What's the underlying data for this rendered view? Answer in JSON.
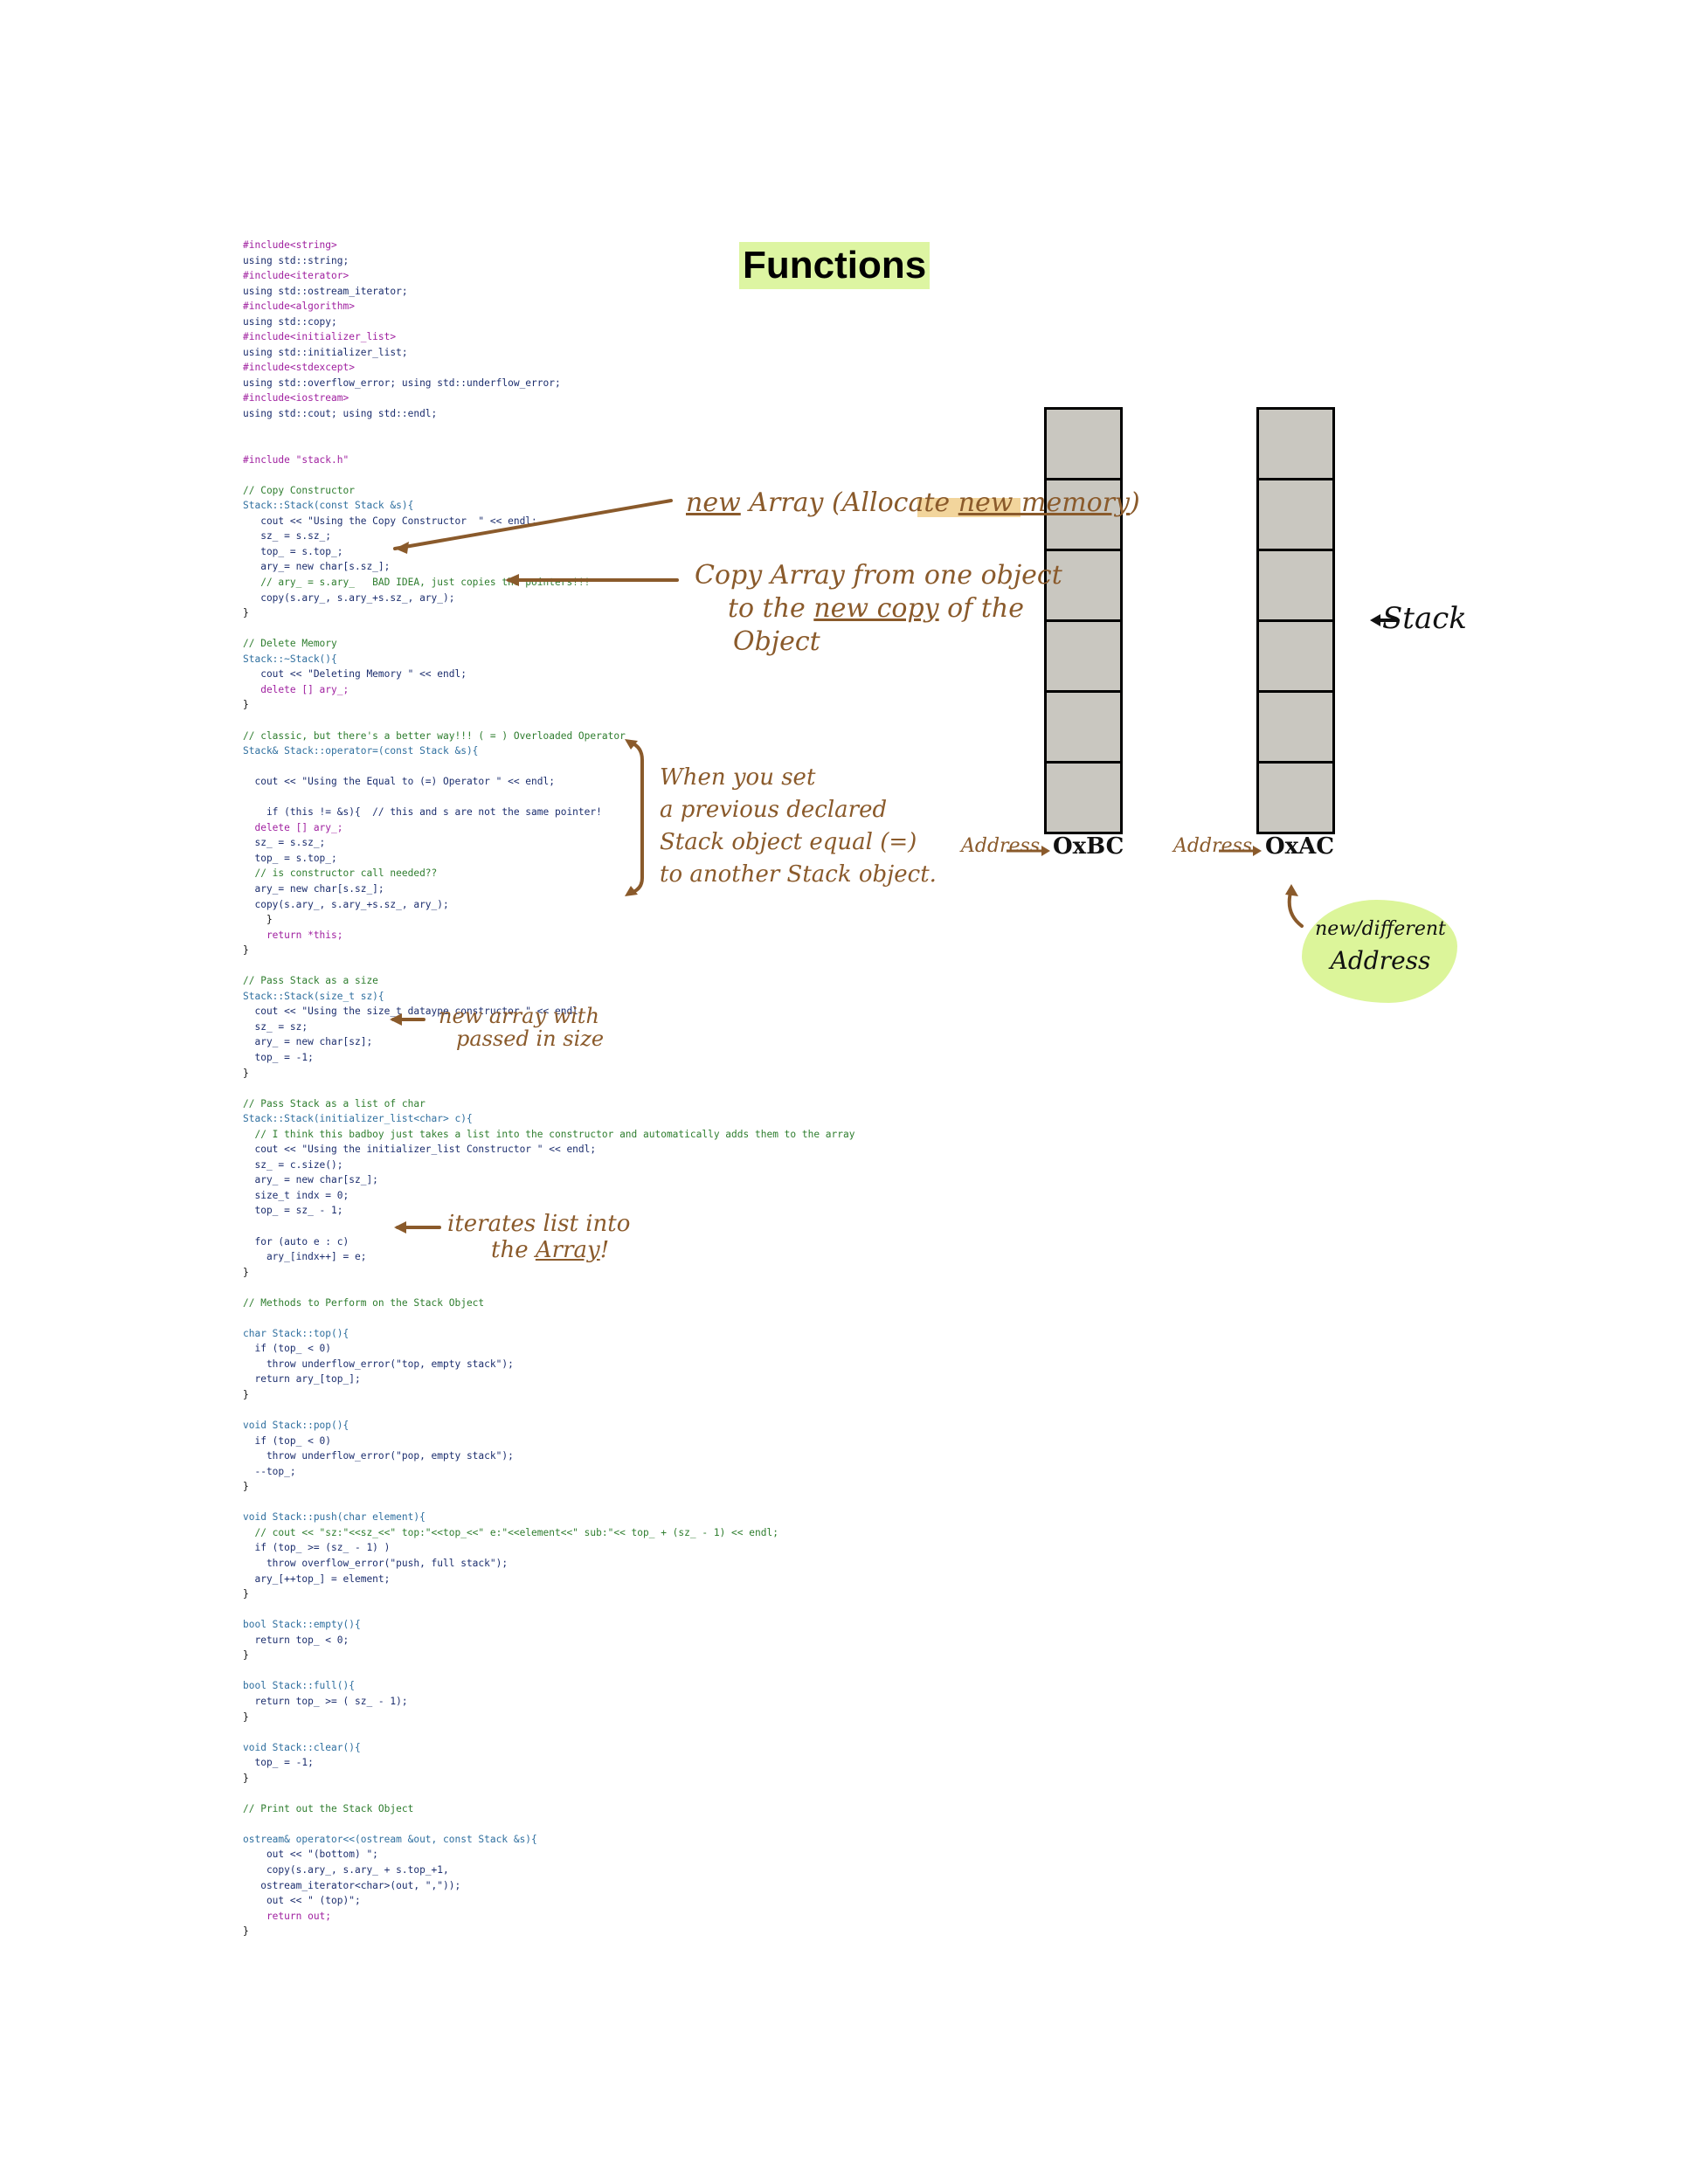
{
  "title": "Functions",
  "code_lines": [
    {
      "cls": "c-inc",
      "text": "#include<string>"
    },
    {
      "cls": "c-txt",
      "text": "using std::string;"
    },
    {
      "cls": "c-inc",
      "text": "#include<iterator>"
    },
    {
      "cls": "c-txt",
      "text": "using std::ostream_iterator;"
    },
    {
      "cls": "c-inc",
      "text": "#include<algorithm>"
    },
    {
      "cls": "c-txt",
      "text": "using std::copy;"
    },
    {
      "cls": "c-inc",
      "text": "#include<initializer_list>"
    },
    {
      "cls": "c-txt",
      "text": "using std::initializer_list;"
    },
    {
      "cls": "c-inc",
      "text": "#include<stdexcept>"
    },
    {
      "cls": "c-txt",
      "text": "using std::overflow_error; using std::underflow_error;"
    },
    {
      "cls": "c-inc",
      "text": "#include<iostream>"
    },
    {
      "cls": "c-txt",
      "text": "using std::cout; using std::endl;"
    },
    {
      "cls": "",
      "text": ""
    },
    {
      "cls": "",
      "text": ""
    },
    {
      "cls": "c-inc",
      "text": "#include \"stack.h\""
    },
    {
      "cls": "",
      "text": ""
    },
    {
      "cls": "c-com",
      "text": "// Copy Constructor"
    },
    {
      "cls": "c-typ",
      "text": "Stack::Stack(const Stack &s){"
    },
    {
      "cls": "c-txt",
      "text": "   cout << \"Using the Copy Constructor  \" << endl;"
    },
    {
      "cls": "c-txt",
      "text": "   sz_ = s.sz_;"
    },
    {
      "cls": "c-txt",
      "text": "   top_ = s.top_;"
    },
    {
      "cls": "c-txt",
      "text": "   ary_= new char[s.sz_];"
    },
    {
      "cls": "c-com",
      "text": "   // ary_ = s.ary_   BAD IDEA, just copies the pointers!!!"
    },
    {
      "cls": "c-txt",
      "text": "   copy(s.ary_, s.ary_+s.sz_, ary_);"
    },
    {
      "cls": "",
      "text": "}"
    },
    {
      "cls": "",
      "text": ""
    },
    {
      "cls": "c-com",
      "text": "// Delete Memory"
    },
    {
      "cls": "c-typ",
      "text": "Stack::~Stack(){"
    },
    {
      "cls": "c-txt",
      "text": "   cout << \"Deleting Memory \" << endl;"
    },
    {
      "cls": "c-key",
      "text": "   delete [] ary_;"
    },
    {
      "cls": "",
      "text": "}"
    },
    {
      "cls": "",
      "text": ""
    },
    {
      "cls": "c-com",
      "text": "// classic, but there's a better way!!! ( = ) Overloaded Operator"
    },
    {
      "cls": "c-typ",
      "text": "Stack& Stack::operator=(const Stack &s){"
    },
    {
      "cls": "",
      "text": ""
    },
    {
      "cls": "c-txt",
      "text": "  cout << \"Using the Equal to (=) Operator \" << endl;"
    },
    {
      "cls": "",
      "text": ""
    },
    {
      "cls": "c-txt",
      "text": "    if (this != &s){  // this and s are not the same pointer!"
    },
    {
      "cls": "c-key",
      "text": "  delete [] ary_;"
    },
    {
      "cls": "c-txt",
      "text": "  sz_ = s.sz_;"
    },
    {
      "cls": "c-txt",
      "text": "  top_ = s.top_;"
    },
    {
      "cls": "c-com",
      "text": "  // is constructor call needed??"
    },
    {
      "cls": "c-txt",
      "text": "  ary_= new char[s.sz_];"
    },
    {
      "cls": "c-txt",
      "text": "  copy(s.ary_, s.ary_+s.sz_, ary_);"
    },
    {
      "cls": "",
      "text": "    }"
    },
    {
      "cls": "c-key",
      "text": "    return *this;"
    },
    {
      "cls": "",
      "text": "}"
    },
    {
      "cls": "",
      "text": ""
    },
    {
      "cls": "c-com",
      "text": "// Pass Stack as a size"
    },
    {
      "cls": "c-typ",
      "text": "Stack::Stack(size_t sz){"
    },
    {
      "cls": "c-txt",
      "text": "  cout << \"Using the size_t dataype constructor \" << endl;"
    },
    {
      "cls": "c-txt",
      "text": "  sz_ = sz;"
    },
    {
      "cls": "c-txt",
      "text": "  ary_ = new char[sz];"
    },
    {
      "cls": "c-txt",
      "text": "  top_ = -1;"
    },
    {
      "cls": "",
      "text": "}"
    },
    {
      "cls": "",
      "text": ""
    },
    {
      "cls": "c-com",
      "text": "// Pass Stack as a list of char"
    },
    {
      "cls": "c-typ",
      "text": "Stack::Stack(initializer_list<char> c){"
    },
    {
      "cls": "c-com",
      "text": "  // I think this badboy just takes a list into the constructor and automatically adds them to the array"
    },
    {
      "cls": "c-txt",
      "text": "  cout << \"Using the initializer_list Constructor \" << endl;"
    },
    {
      "cls": "c-txt",
      "text": "  sz_ = c.size();"
    },
    {
      "cls": "c-txt",
      "text": "  ary_ = new char[sz_];"
    },
    {
      "cls": "c-txt",
      "text": "  size_t indx = 0;"
    },
    {
      "cls": "c-txt",
      "text": "  top_ = sz_ - 1;"
    },
    {
      "cls": "",
      "text": ""
    },
    {
      "cls": "c-txt",
      "text": "  for (auto e : c)"
    },
    {
      "cls": "c-txt",
      "text": "    ary_[indx++] = e;"
    },
    {
      "cls": "",
      "text": "}"
    },
    {
      "cls": "",
      "text": ""
    },
    {
      "cls": "c-com",
      "text": "// Methods to Perform on the Stack Object"
    },
    {
      "cls": "",
      "text": ""
    },
    {
      "cls": "c-typ",
      "text": "char Stack::top(){"
    },
    {
      "cls": "c-txt",
      "text": "  if (top_ < 0)"
    },
    {
      "cls": "c-txt",
      "text": "    throw underflow_error(\"top, empty stack\");"
    },
    {
      "cls": "c-txt",
      "text": "  return ary_[top_];"
    },
    {
      "cls": "",
      "text": "}"
    },
    {
      "cls": "",
      "text": ""
    },
    {
      "cls": "c-typ",
      "text": "void Stack::pop(){"
    },
    {
      "cls": "c-txt",
      "text": "  if (top_ < 0)"
    },
    {
      "cls": "c-txt",
      "text": "    throw underflow_error(\"pop, empty stack\");"
    },
    {
      "cls": "c-txt",
      "text": "  --top_;"
    },
    {
      "cls": "",
      "text": "}"
    },
    {
      "cls": "",
      "text": ""
    },
    {
      "cls": "c-typ",
      "text": "void Stack::push(char element){"
    },
    {
      "cls": "c-com",
      "text": "  // cout << \"sz:\"<<sz_<<\" top:\"<<top_<<\" e:\"<<element<<\" sub:\"<< top_ + (sz_ - 1) << endl;"
    },
    {
      "cls": "c-txt",
      "text": "  if (top_ >= (sz_ - 1) )"
    },
    {
      "cls": "c-txt",
      "text": "    throw overflow_error(\"push, full stack\");"
    },
    {
      "cls": "c-txt",
      "text": "  ary_[++top_] = element;"
    },
    {
      "cls": "",
      "text": "}"
    },
    {
      "cls": "",
      "text": ""
    },
    {
      "cls": "c-typ",
      "text": "bool Stack::empty(){"
    },
    {
      "cls": "c-txt",
      "text": "  return top_ < 0;"
    },
    {
      "cls": "",
      "text": "}"
    },
    {
      "cls": "",
      "text": ""
    },
    {
      "cls": "c-typ",
      "text": "bool Stack::full(){"
    },
    {
      "cls": "c-txt",
      "text": "  return top_ >= ( sz_ - 1);"
    },
    {
      "cls": "",
      "text": "}"
    },
    {
      "cls": "",
      "text": ""
    },
    {
      "cls": "c-typ",
      "text": "void Stack::clear(){"
    },
    {
      "cls": "c-txt",
      "text": "  top_ = -1;"
    },
    {
      "cls": "",
      "text": "}"
    },
    {
      "cls": "",
      "text": ""
    },
    {
      "cls": "c-com",
      "text": "// Print out the Stack Object"
    },
    {
      "cls": "",
      "text": ""
    },
    {
      "cls": "c-typ",
      "text": "ostream& operator<<(ostream &out, const Stack &s){"
    },
    {
      "cls": "c-txt",
      "text": "    out << \"(bottom) \";"
    },
    {
      "cls": "c-txt",
      "text": "    copy(s.ary_, s.ary_ + s.top_+1,"
    },
    {
      "cls": "c-txt",
      "text": "   ostream_iterator<char>(out, \",\"));"
    },
    {
      "cls": "c-txt",
      "text": "    out << \" (top)\";"
    },
    {
      "cls": "c-key",
      "text": "    return out;"
    },
    {
      "cls": "",
      "text": "}"
    }
  ],
  "annotations": {
    "new_array_1": "new",
    "new_array_2": "Array (Allocate",
    "new_array_3": "new memory",
    "new_array_4": ")",
    "copy_line1": "Copy  Array  from  one object",
    "copy_line2a": "to  the ",
    "copy_line2b": "new copy",
    "copy_line2c": " of the",
    "copy_line3": "Object",
    "set_line1": "When you set",
    "set_line2": "a previous declared",
    "set_line3": "Stack object  equal (=)",
    "set_line4": "to another Stack object.",
    "new_size_line1": "new array with",
    "new_size_line2": "passed in size",
    "iterates_line1": "iterates  list into",
    "iterates_line2a": "the ",
    "iterates_line2b": "Array",
    "iterates_line2c": "!",
    "stack_label": "Stack",
    "address_label_1": "Address",
    "address_value_1": "OxBC",
    "address_label_2": "Address",
    "address_value_2": "OxAC",
    "new_address_line1": "new/different",
    "new_address_line2": "Address"
  },
  "colors": {
    "annotation": "#8a5a2b",
    "highlight": "#ddf5a2",
    "stack_fill": "#c9c7c0"
  },
  "stack_cells": 6
}
